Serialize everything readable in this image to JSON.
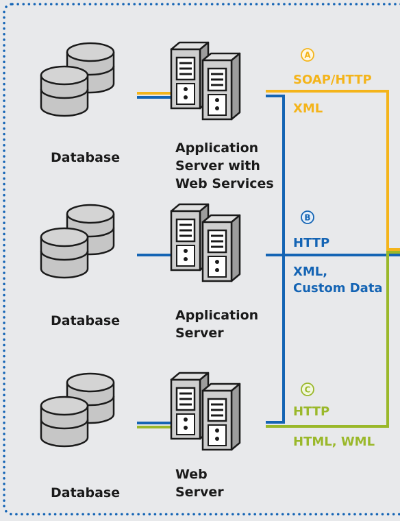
{
  "colors": {
    "background": "#e8e9eb",
    "border_dots": "#1565b6",
    "yellow": "#f4b41a",
    "blue": "#1464b4",
    "green": "#9ab82a",
    "caption": "#1a1a1a"
  },
  "rows": [
    {
      "database_label": "Database",
      "server_label": [
        "Application",
        "Server with",
        "Web Services"
      ],
      "badge": "A",
      "protocol": "SOAP/HTTP",
      "payload": [
        "XML"
      ],
      "color": "yellow"
    },
    {
      "database_label": "Database",
      "server_label": [
        "Application",
        "Server"
      ],
      "badge": "B",
      "protocol": "HTTP",
      "payload": [
        "XML,",
        "Custom Data"
      ],
      "color": "blue"
    },
    {
      "database_label": "Database",
      "server_label": [
        "Web",
        "Server"
      ],
      "badge": "C",
      "protocol": "HTTP",
      "payload": [
        "HTML, WML"
      ],
      "color": "green"
    }
  ]
}
